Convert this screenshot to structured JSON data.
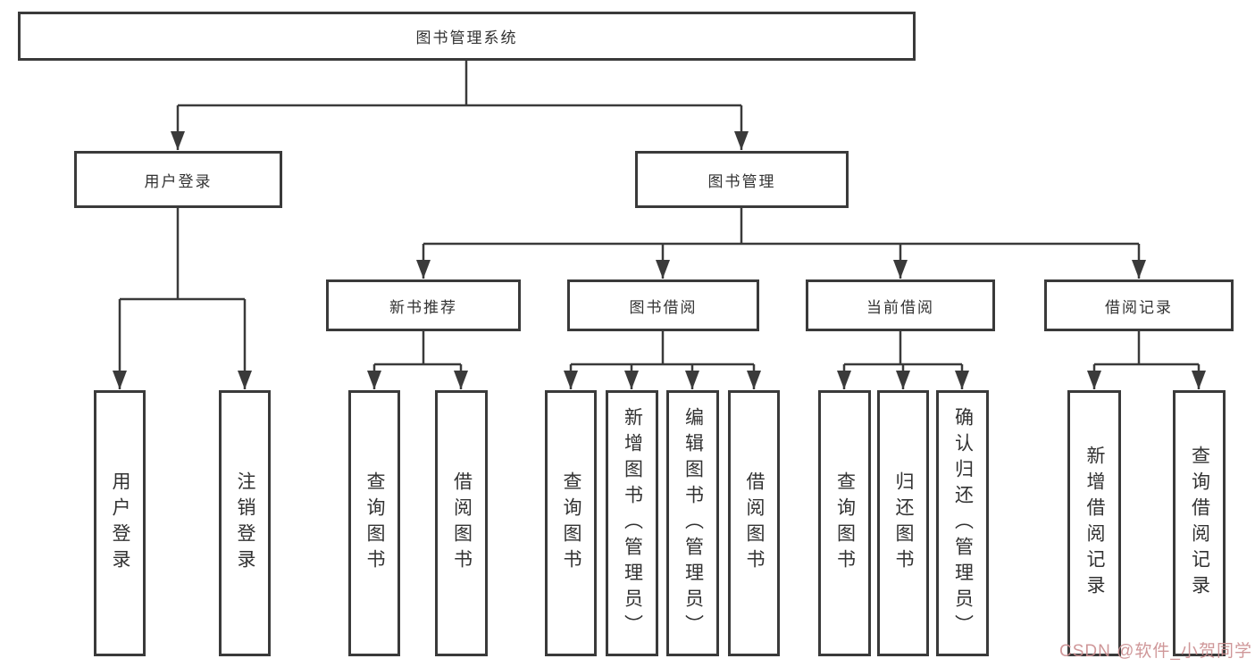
{
  "colors": {
    "line": "#3a3a3a",
    "text": "#323232",
    "box_bg": "#ffffff",
    "background": "#ffffff",
    "watermark": "#cc8f91"
  },
  "tree": {
    "root": {
      "label": "图书管理系统",
      "children": [
        {
          "label": "用户登录",
          "leaves": [
            "用户登录",
            "注销登录"
          ]
        },
        {
          "label": "图书管理",
          "children": [
            {
              "label": "新书推荐",
              "leaves": [
                "查询图书",
                "借阅图书"
              ]
            },
            {
              "label": "图书借阅",
              "leaves": [
                "查询图书",
                "新增图书（管理员）",
                "编辑图书（管理员）",
                "借阅图书"
              ]
            },
            {
              "label": "当前借阅",
              "leaves": [
                "查询图书",
                "归还图书",
                "确认归还（管理员）"
              ]
            },
            {
              "label": "借阅记录",
              "leaves": [
                "新增借阅记录",
                "查询借阅记录"
              ]
            }
          ]
        }
      ]
    }
  },
  "watermark": {
    "text": "CSDN @软件_小贺同学"
  }
}
